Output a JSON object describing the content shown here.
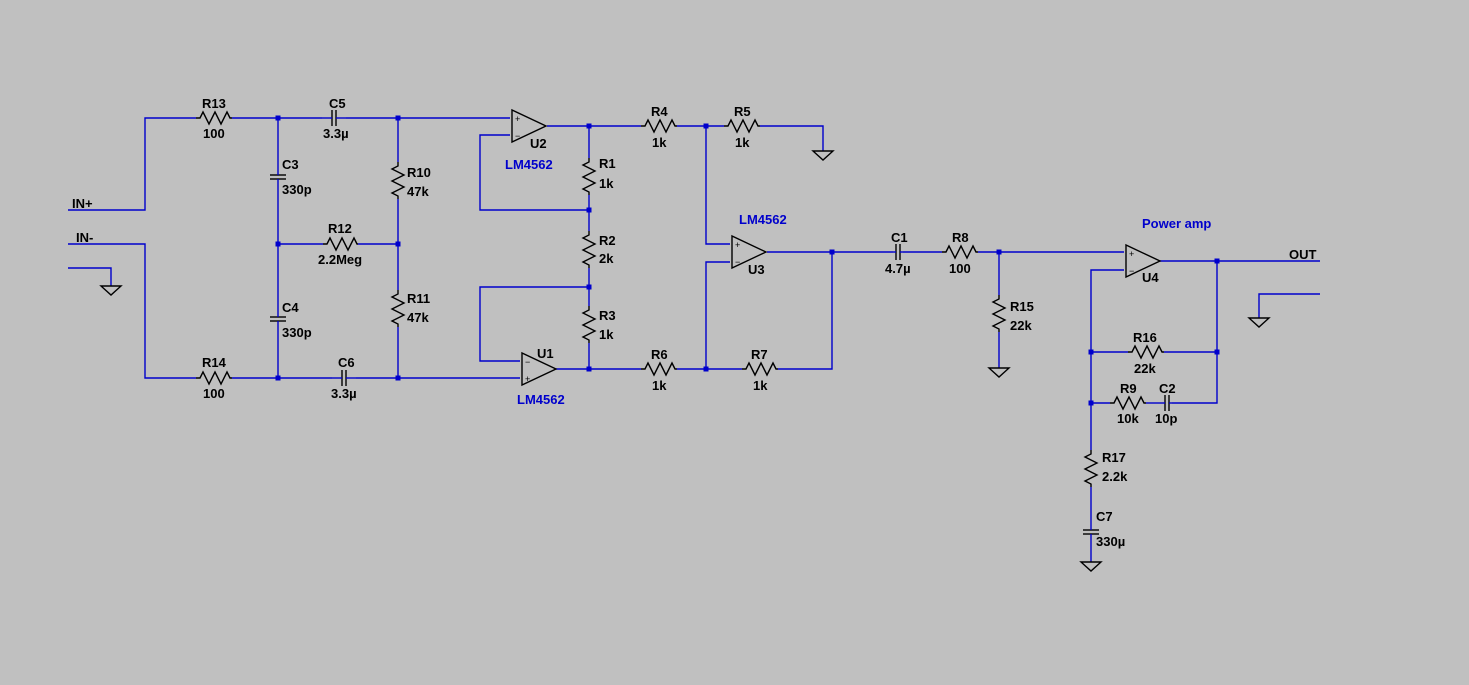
{
  "ports": {
    "in_plus": "IN+",
    "in_minus": "IN-",
    "out": "OUT"
  },
  "resistors": [
    {
      "ref": "R13",
      "value": "100"
    },
    {
      "ref": "R14",
      "value": "100"
    },
    {
      "ref": "R10",
      "value": "47k"
    },
    {
      "ref": "R11",
      "value": "47k"
    },
    {
      "ref": "R12",
      "value": "2.2Meg"
    },
    {
      "ref": "R1",
      "value": "1k"
    },
    {
      "ref": "R2",
      "value": "2k"
    },
    {
      "ref": "R3",
      "value": "1k"
    },
    {
      "ref": "R4",
      "value": "1k"
    },
    {
      "ref": "R5",
      "value": "1k"
    },
    {
      "ref": "R6",
      "value": "1k"
    },
    {
      "ref": "R7",
      "value": "1k"
    },
    {
      "ref": "R8",
      "value": "100"
    },
    {
      "ref": "R15",
      "value": "22k"
    },
    {
      "ref": "R16",
      "value": "22k"
    },
    {
      "ref": "R9",
      "value": "10k"
    },
    {
      "ref": "R17",
      "value": "2.2k"
    }
  ],
  "capacitors": [
    {
      "ref": "C5",
      "value": "3.3µ"
    },
    {
      "ref": "C6",
      "value": "3.3µ"
    },
    {
      "ref": "C3",
      "value": "330p"
    },
    {
      "ref": "C4",
      "value": "330p"
    },
    {
      "ref": "C1",
      "value": "4.7µ"
    },
    {
      "ref": "C2",
      "value": "10p"
    },
    {
      "ref": "C7",
      "value": "330µ"
    }
  ],
  "opamps": [
    {
      "ref": "U2",
      "model": "LM4562"
    },
    {
      "ref": "U1",
      "model": "LM4562"
    },
    {
      "ref": "U3",
      "model": "LM4562"
    },
    {
      "ref": "U4",
      "model": "Power amp"
    }
  ],
  "colors": {
    "background": "#c0c0c0",
    "wire": "#0000cc",
    "component": "#000000",
    "model_text": "#0000cc"
  }
}
